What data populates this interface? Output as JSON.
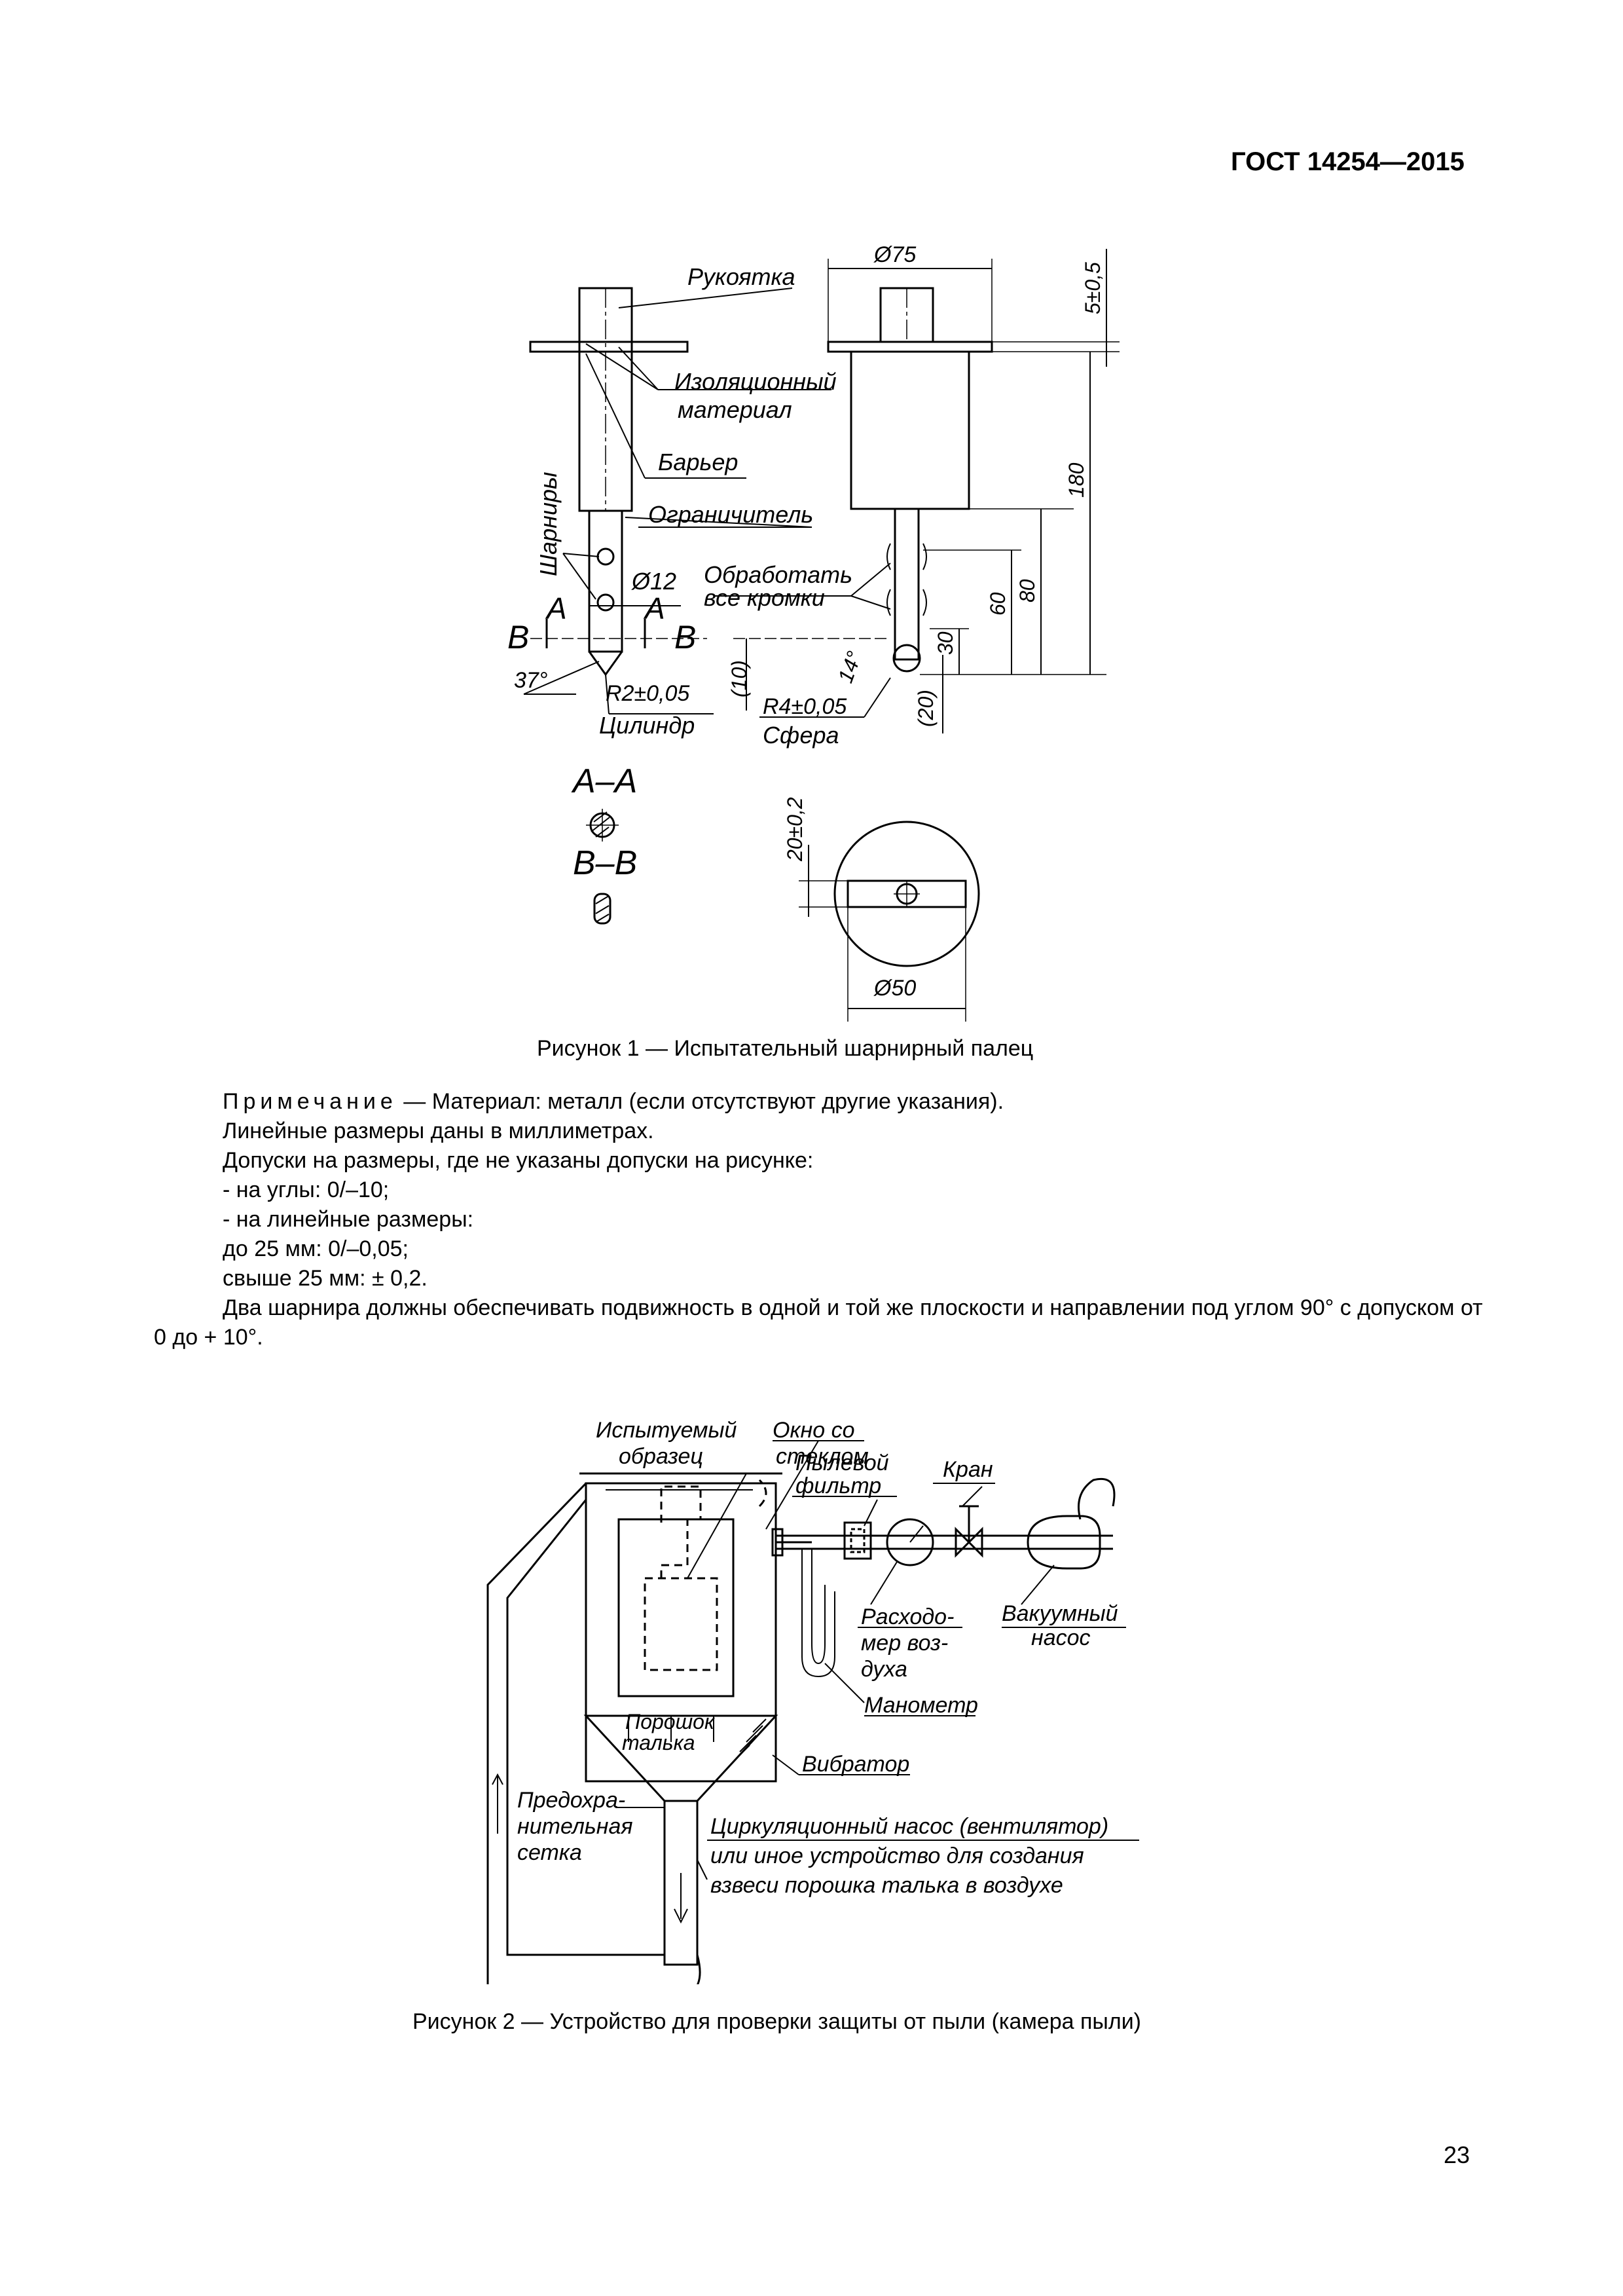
{
  "header": {
    "standard": "ГОСТ 14254—2015"
  },
  "figure1": {
    "caption": "Рисунок 1 — Испытательный шарнирный палец",
    "labels": {
      "handle": "Рукоятка",
      "insulation_1": "Изоляционный",
      "insulation_2": "материал",
      "barrier": "Барьер",
      "limiter": "Ограничитель",
      "hinges": "Шарниры",
      "process_1": "Обработать",
      "process_2": "все кромки",
      "cylinder": "Цилиндр",
      "sphere": "Сфера",
      "section_aa": "А–А",
      "section_bb": "В–В",
      "letter_a": "А",
      "letter_b": "В"
    },
    "dimensions": {
      "d75": "Ø75",
      "d12": "Ø12",
      "d50": "Ø50",
      "h5": "5±0,5",
      "h180": "180",
      "h80": "80",
      "h60": "60",
      "h30": "30",
      "h10": "(10)",
      "h20": "(20)",
      "w20": "20±0,2",
      "r2": "R2±0,05",
      "r4": "R4±0,05",
      "a37": "37°",
      "a14": "14°"
    }
  },
  "note": {
    "label": "Примечание",
    "dash": " — ",
    "lines": [
      "Материал: металл (если отсутствуют другие указания).",
      "Линейные размеры даны в миллиметрах.",
      "Допуски на размеры, где не указаны допуски на рисунке:",
      "- на углы: 0/–10;",
      "- на линейные размеры:",
      "до 25 мм: 0/–0,05;",
      "свыше 25 мм: ± 0,2."
    ],
    "last": "Два шарнира должны обеспечивать подвижность в одной и той же плоскости и направлении под углом 90° с допуском от 0 до + 10°."
  },
  "figure2": {
    "caption": "Рисунок 2 — Устройство для проверки защиты от пыли (камера пыли)",
    "labels": {
      "sample_1": "Испытуемый",
      "sample_2": "образец",
      "window_1": "Окно со",
      "window_2": "стеклом",
      "filter_1": "Пылевой",
      "filter_2": "фильтр",
      "valve": "Кран",
      "flowmeter_1": "Расходо-",
      "flowmeter_2": "мер воз-",
      "flowmeter_3": "духа",
      "pump_1": "Вакуумный",
      "pump_2": "насос",
      "manometer": "Манометр",
      "powder_1": "Порошок",
      "powder_2": "талька",
      "vibrator": "Вибратор",
      "screen_1": "Предохра-",
      "screen_2": "нительная",
      "screen_3": "сетка",
      "circ_1": "Циркуляционный насос (вентилятор)",
      "circ_2": "или иное устройство для создания",
      "circ_3": "взвеси порошка талька в воздухе"
    }
  },
  "page": {
    "number": "23"
  }
}
